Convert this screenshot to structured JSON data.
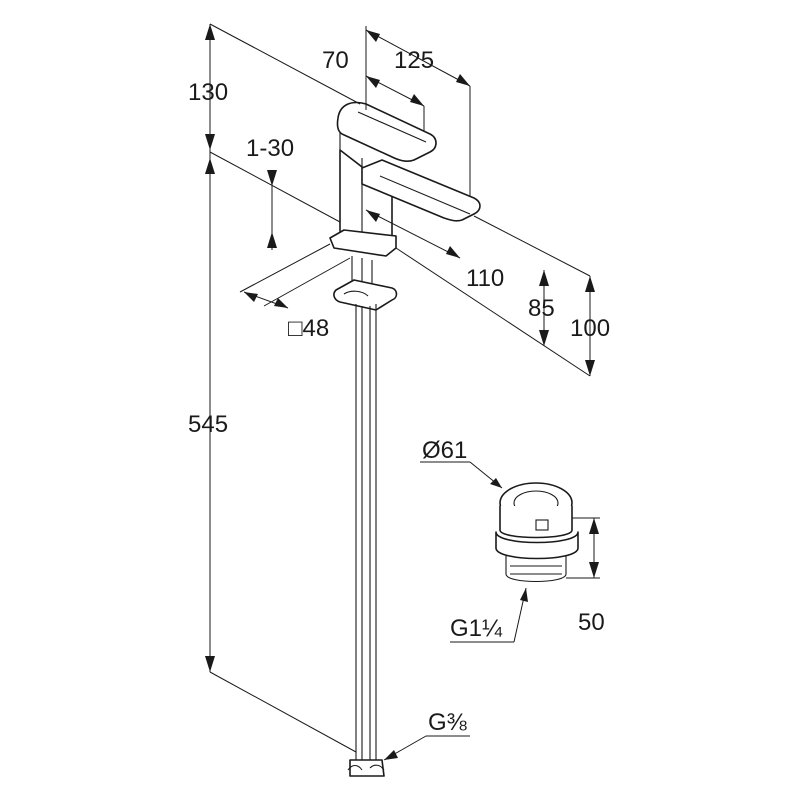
{
  "dimensions": {
    "spout_height": "130",
    "handle_reach": "70",
    "spout_reach": "125",
    "handle_tilt": "1-30",
    "base_depth": "110",
    "base_square": "□48",
    "height_85": "85",
    "height_100": "100",
    "hose_length": "545",
    "waste_diameter": "Ø61",
    "waste_height": "50",
    "waste_thread": "G1¼",
    "hose_thread": "G⅜"
  }
}
